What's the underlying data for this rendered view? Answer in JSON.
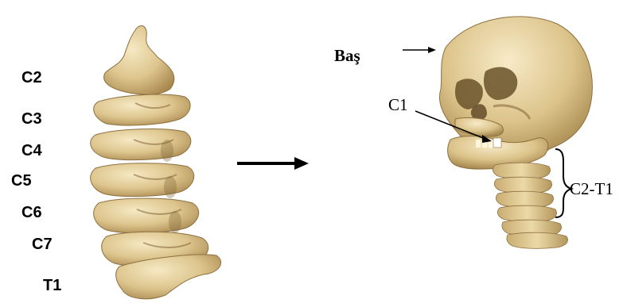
{
  "spine_labels": [
    "C2",
    "C3",
    "C4",
    "C5",
    "C6",
    "C7",
    "T1"
  ],
  "skull_labels": {
    "head": "Baş",
    "atlas": "C1",
    "neck_range": "C2-T1"
  },
  "colors": {
    "bone_light": "#ecd9a6",
    "bone_mid": "#d7bd80",
    "bone_dark": "#a88a52",
    "bone_shadow": "#7d6437",
    "text": "#000000"
  },
  "icons": [
    "arrow-right-icon",
    "brace-icon"
  ]
}
